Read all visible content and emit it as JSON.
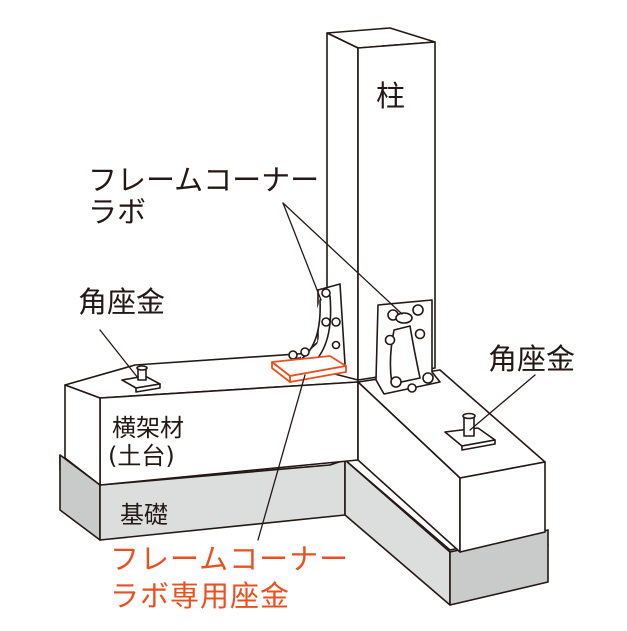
{
  "labels": {
    "pillar": "柱",
    "frame_corner_line1": "フレームコーナー",
    "frame_corner_line2": "ラボ",
    "square_washer_left": "角座金",
    "square_washer_right": "角座金",
    "sill_line1": "横架材",
    "sill_line2": "(土台)",
    "foundation": "基礎",
    "dedicated_washer_line1": "フレームコーナー",
    "dedicated_washer_line2": "ラボ専用座金"
  },
  "colors": {
    "line": "#231815",
    "foundation_fill": "#dcdddd",
    "foundation_side": "#c9caca",
    "accent": "#e8511f"
  }
}
